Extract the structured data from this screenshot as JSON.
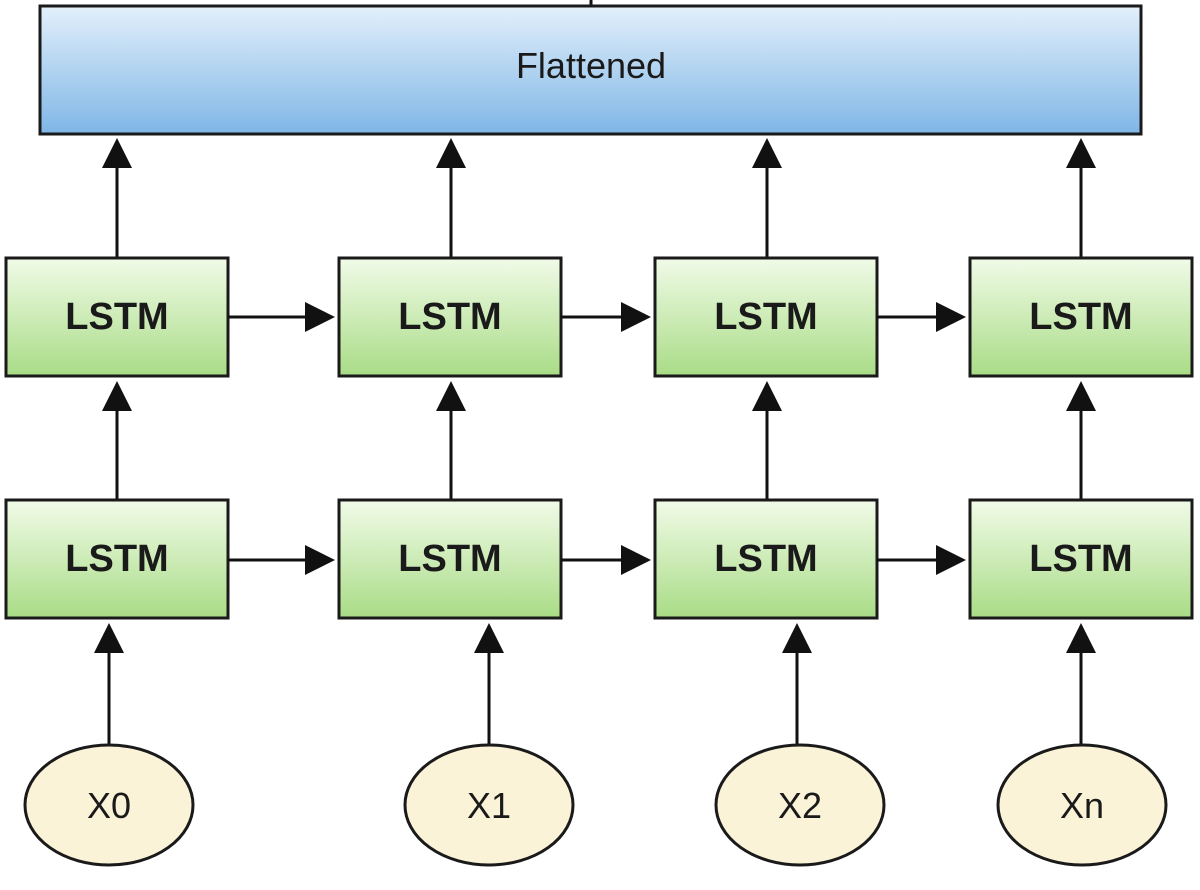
{
  "diagram": {
    "output_layer": {
      "label": "Flattened"
    },
    "lstm_rows": [
      {
        "cells": [
          {
            "label": "LSTM"
          },
          {
            "label": "LSTM"
          },
          {
            "label": "LSTM"
          },
          {
            "label": "LSTM"
          }
        ]
      },
      {
        "cells": [
          {
            "label": "LSTM"
          },
          {
            "label": "LSTM"
          },
          {
            "label": "LSTM"
          },
          {
            "label": "LSTM"
          }
        ]
      }
    ],
    "inputs": [
      {
        "label": "X0"
      },
      {
        "label": "X1"
      },
      {
        "label": "X2"
      },
      {
        "label": "Xn"
      }
    ],
    "colors": {
      "output_fill_top": "#e3f0fb",
      "output_fill_bottom": "#7fb6e6",
      "lstm_fill_top": "#f1fbe8",
      "lstm_fill_bottom": "#a9dc86",
      "input_fill": "#fbf3d8",
      "stroke": "#1a1a1a"
    }
  }
}
